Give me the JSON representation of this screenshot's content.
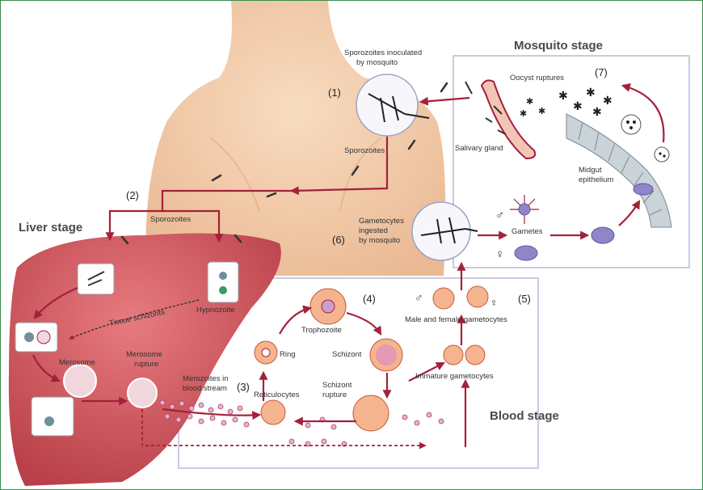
{
  "stages": {
    "mosquito": "Mosquito  stage",
    "liver": "Liver stage",
    "blood": "Blood stage"
  },
  "steps": {
    "s1": "(1)",
    "s2": "(2)",
    "s3": "(3)",
    "s4": "(4)",
    "s5": "(5)",
    "s6": "(6)",
    "s7": "(7)"
  },
  "labels": {
    "sporozoites_inoculated_1": "Sporozoites inoculated",
    "sporozoites_inoculated_2": "by mosquito",
    "sporozoites_body": "Sporozoites",
    "sporozoites_liver": "Sporozoites",
    "oocyst_ruptures": "Oocyst ruptures",
    "salivary_gland": "Salivary gland",
    "midgut_1": "Midgut",
    "midgut_2": "epithelium",
    "gametocytes_ingested_1": "Gametocytes",
    "gametocytes_ingested_2": "ingested",
    "gametocytes_ingested_3": "by mosquito",
    "gametes": "Gametes",
    "tissue_schizonts": "Tissue schizonts",
    "hypnozoite": "Hypnozoite",
    "merosome": "Merosome",
    "merosome_rupture_1": "Merosome",
    "merosome_rupture_2": "rupture",
    "merozoites_1": "Merozoites in",
    "merozoites_2": "blood stream",
    "reticulocytes": "Reticulocytes",
    "ring": "Ring",
    "trophozoite": "Trophozoite",
    "schizont": "Schizont",
    "schizont_rupture_1": "Schizont",
    "schizont_rupture_2": "rupture",
    "male_female": "Male and female gametocytes",
    "immature": "Immature gametocytes"
  },
  "symbols": {
    "male": "♂",
    "female": "♀"
  },
  "colors": {
    "arrow": "#a3213a",
    "liver": "#c9545a",
    "skin": "#f4cfae",
    "panel_border": "#b9b9d6",
    "frame": "#3a8a4c"
  }
}
